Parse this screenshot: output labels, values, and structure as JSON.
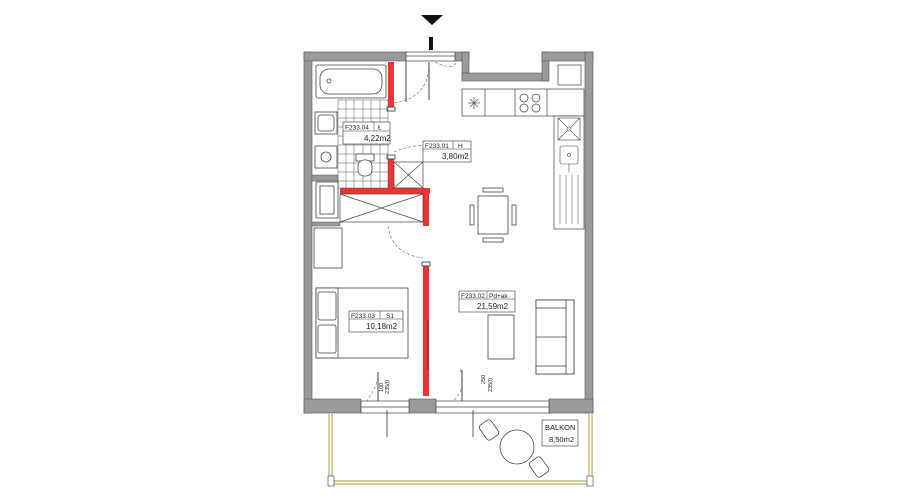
{
  "rooms": {
    "bath": {
      "code": "F233.04",
      "type": "Ł",
      "area": "4,22m2"
    },
    "hall": {
      "code": "F233.01",
      "type": "H",
      "area": "3,80m2"
    },
    "bedroom": {
      "code": "F233.03",
      "type": "S1",
      "area": "10,18m2"
    },
    "living": {
      "code": "F233.02",
      "type": "Pd+ak",
      "area": "21,59m2"
    }
  },
  "balcony": {
    "name": "BALKON",
    "area": "8,50m2"
  },
  "window_dims": {
    "left": {
      "top": "100",
      "bottom": "235(l)"
    },
    "right": {
      "top": "250",
      "bottom": "235(l)"
    }
  },
  "entrance": {
    "icon": "entrance-arrow-icon"
  },
  "colors": {
    "wall": "#9a9a9a",
    "wall_outline": "#555555",
    "new_wall": "#ee3333",
    "balcony_rail": "#c8b878",
    "room_label_border": "#333333"
  }
}
